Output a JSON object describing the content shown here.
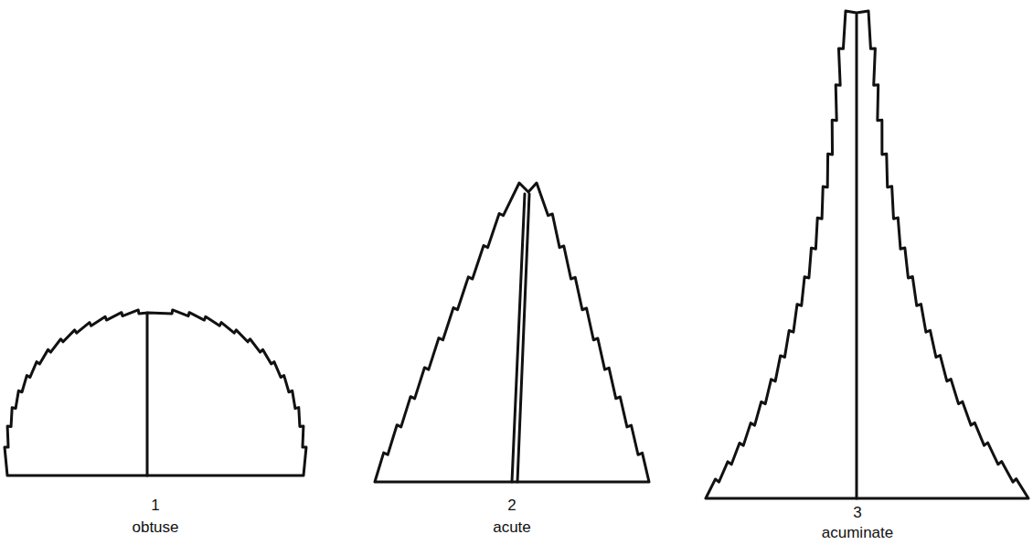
{
  "diagram": {
    "labels": [
      "1",
      "obtuse",
      "2",
      "acute",
      "3",
      "acuminate"
    ]
  }
}
